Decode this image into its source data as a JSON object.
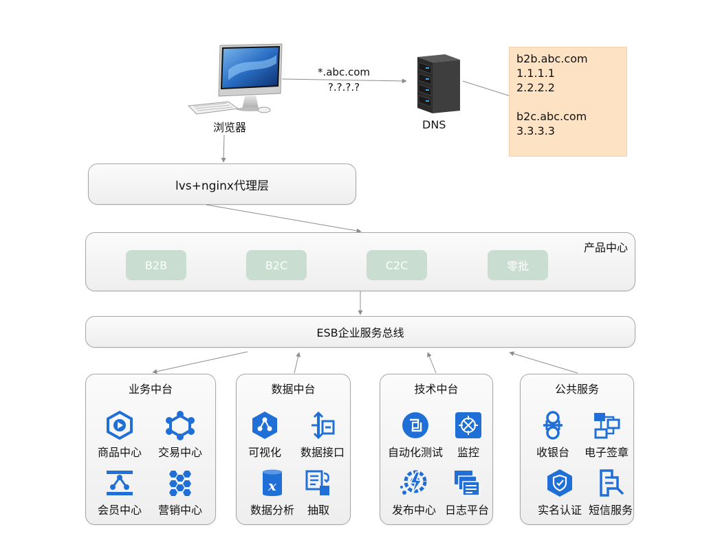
{
  "browser": {
    "label": "浏览器",
    "icon": "computer-icon"
  },
  "dns_query": {
    "domain": "*.abc.com",
    "address": "?.?.?.?"
  },
  "dns": {
    "label": "DNS",
    "icon": "server-icon"
  },
  "dns_records": {
    "lines": [
      "b2b.abc.com",
      "1.1.1.1",
      "2.2.2.2",
      "",
      "b2c.abc.com",
      "3.3.3.3"
    ]
  },
  "proxy_layer": {
    "label": "lvs+nginx代理层"
  },
  "product_center": {
    "title": "产品中心",
    "items": [
      "B2B",
      "B2C",
      "C2C",
      "零批"
    ]
  },
  "esb": {
    "label": "ESB企业服务总线"
  },
  "platforms": [
    {
      "title": "业务中台",
      "items": [
        {
          "label": "商品中心",
          "icon": "product-center-icon"
        },
        {
          "label": "交易中心",
          "icon": "trade-center-icon"
        },
        {
          "label": "会员中心",
          "icon": "member-center-icon"
        },
        {
          "label": "营销中心",
          "icon": "marketing-center-icon"
        }
      ]
    },
    {
      "title": "数据中台",
      "items": [
        {
          "label": "可视化",
          "icon": "visualization-icon"
        },
        {
          "label": "数据接口",
          "icon": "data-interface-icon"
        },
        {
          "label": "数据分析",
          "icon": "data-analysis-icon"
        },
        {
          "label": "抽取",
          "icon": "extract-icon"
        }
      ]
    },
    {
      "title": "技术中台",
      "items": [
        {
          "label": "自动化测试",
          "icon": "automation-test-icon"
        },
        {
          "label": "监控",
          "icon": "monitor-icon"
        },
        {
          "label": "发布中心",
          "icon": "release-center-icon"
        },
        {
          "label": "日志平台",
          "icon": "log-platform-icon"
        }
      ]
    },
    {
      "title": "公共服务",
      "items": [
        {
          "label": "收银台",
          "icon": "cashier-icon"
        },
        {
          "label": "电子签章",
          "icon": "e-signature-icon"
        },
        {
          "label": "实名认证",
          "icon": "real-name-auth-icon"
        },
        {
          "label": "短信服务",
          "icon": "sms-service-icon"
        }
      ]
    }
  ],
  "colors": {
    "icon_blue": "#1f6fd6",
    "chip_fill": "#c9ddd1",
    "note_fill": "#fde3c4",
    "connector": "#8c8c8c"
  }
}
